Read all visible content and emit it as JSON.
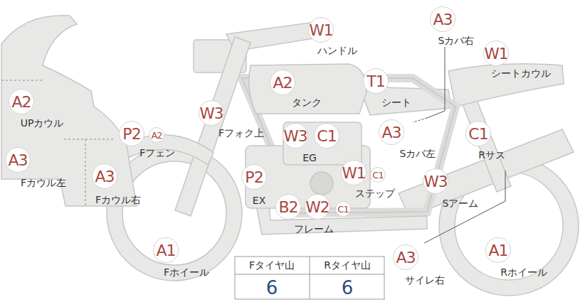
{
  "diagram": {
    "nodes": [
      {
        "text": [
          "A3",
          "Sカバ右"
        ]
      },
      {
        "text": [
          "W1",
          "ハンドル"
        ]
      },
      {
        "text": [
          "W1",
          "シートカウル"
        ]
      },
      {
        "text": [
          "A2",
          "タンク"
        ]
      },
      {
        "text": [
          "T1",
          "シート"
        ]
      },
      {
        "text": [
          "A2",
          "UPカウル"
        ]
      },
      {
        "text": [
          "W3",
          "Fフォク上"
        ]
      },
      {
        "text": [
          "P2",
          "Fフェン"
        ]
      },
      {
        "text": [
          "A2"
        ]
      },
      {
        "text": [
          "W3",
          "EG"
        ]
      },
      {
        "text": [
          "C1"
        ]
      },
      {
        "text": [
          "A3",
          "Sカバ左"
        ]
      },
      {
        "text": [
          "C1",
          "Rサス"
        ]
      },
      {
        "text": [
          "A3",
          "Fカウル左"
        ]
      },
      {
        "text": [
          "W1",
          "ステップ"
        ]
      },
      {
        "text": [
          "C1"
        ]
      },
      {
        "text": [
          "P2",
          "EX"
        ]
      },
      {
        "text": [
          "A3",
          "Fカウル右"
        ]
      },
      {
        "text": [
          "W3",
          "Sアーム"
        ]
      },
      {
        "text": [
          "B2"
        ]
      },
      {
        "text": [
          "W2",
          "フレーム"
        ]
      },
      {
        "text": [
          "C1"
        ]
      },
      {
        "text": [
          "A1",
          "Fホイール"
        ]
      },
      {
        "text": [
          "A3",
          "サイレ右"
        ]
      },
      {
        "text": [
          "A1",
          "Rホイール"
        ]
      }
    ],
    "labels": [
      "Fタイヤ山",
      "Rタイヤ山",
      "6",
      "6"
    ]
  }
}
